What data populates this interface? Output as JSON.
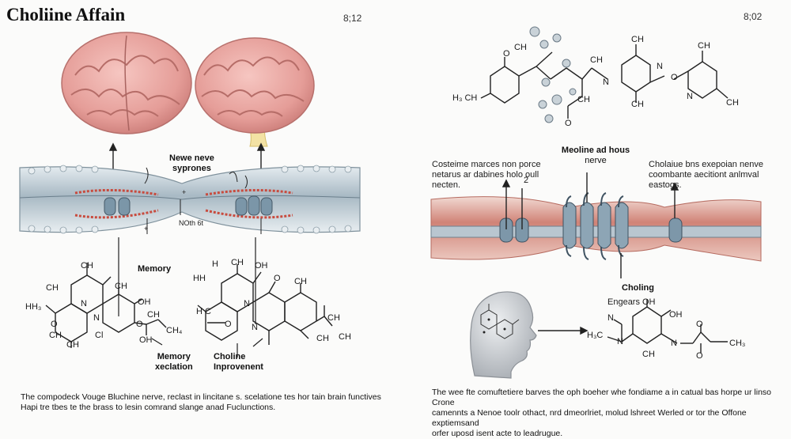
{
  "title": "Choliine Affain",
  "page_left": "8;12",
  "page_right": "8;02",
  "left": {
    "nerve_label": [
      "Newe neve",
      "syprones"
    ],
    "nerve_small_label": "NOth 6t",
    "memory_label": "Memory",
    "memory_retention_label": [
      "Memory",
      "xeclation"
    ],
    "choline_improvement_label": [
      "Choline",
      "Inprovenent"
    ],
    "caption": [
      "The compodeck Vouge Bluchine nerve, reclast in lincitane s. scelatione tes hor tain brain functives",
      "Hapi tre tbes te the brass to lesin comrand slange anad Fuclunctions."
    ],
    "mol1_atoms": [
      "CH",
      "CH",
      "CH",
      "OH",
      "HH₃",
      "N",
      "N",
      "O",
      "O",
      "OH",
      "CH",
      "CH₄",
      "Cl",
      "CH",
      "CH"
    ],
    "mol2_atoms": [
      "CH",
      "OH",
      "H",
      "O",
      "HH",
      "N",
      "N",
      "O",
      "CH",
      "CH",
      "CH",
      "CH",
      "H C"
    ]
  },
  "right": {
    "label_top_center": [
      "Meoline ad hous",
      "nerve"
    ],
    "label_left": [
      "Costeime marces non porce",
      "netarus ar dabines holo oull",
      "necten."
    ],
    "label_right": [
      "Cholaiue bns exepoian nenve",
      "coombante aecitiont anlmval",
      "eastogs."
    ],
    "label_number": "2",
    "choline_label": "Choling",
    "engears_label": "Engears",
    "caption": [
      "The wee fte comuftetiere barves the oph boeher whe fondiame a in catual bas horpe ur linso Crone",
      "camennts a Nenoe toolr othact, nrd dmeorlriet, molud lshreet Werled or tor the Offone exptiemsand",
      "orfer uposd isent acte to leadrugue."
    ],
    "top_mol_atoms": [
      "O",
      "CH",
      "H₃ CH",
      "CH",
      "CH",
      "N",
      "CH",
      "N",
      "O",
      "CH",
      "O",
      "N",
      "CH",
      "CH"
    ],
    "bottom_mol_atoms": [
      "OH",
      "OH",
      "N",
      "N",
      "H₃C",
      "N",
      "O",
      "O",
      "CH₃",
      "CH"
    ]
  },
  "colors": {
    "nerve_blue": "#9fb1bd",
    "nerve_red": "#c46a5f",
    "brain_pink": "#e9a3a0",
    "head_gray": "#c8ccd0"
  }
}
